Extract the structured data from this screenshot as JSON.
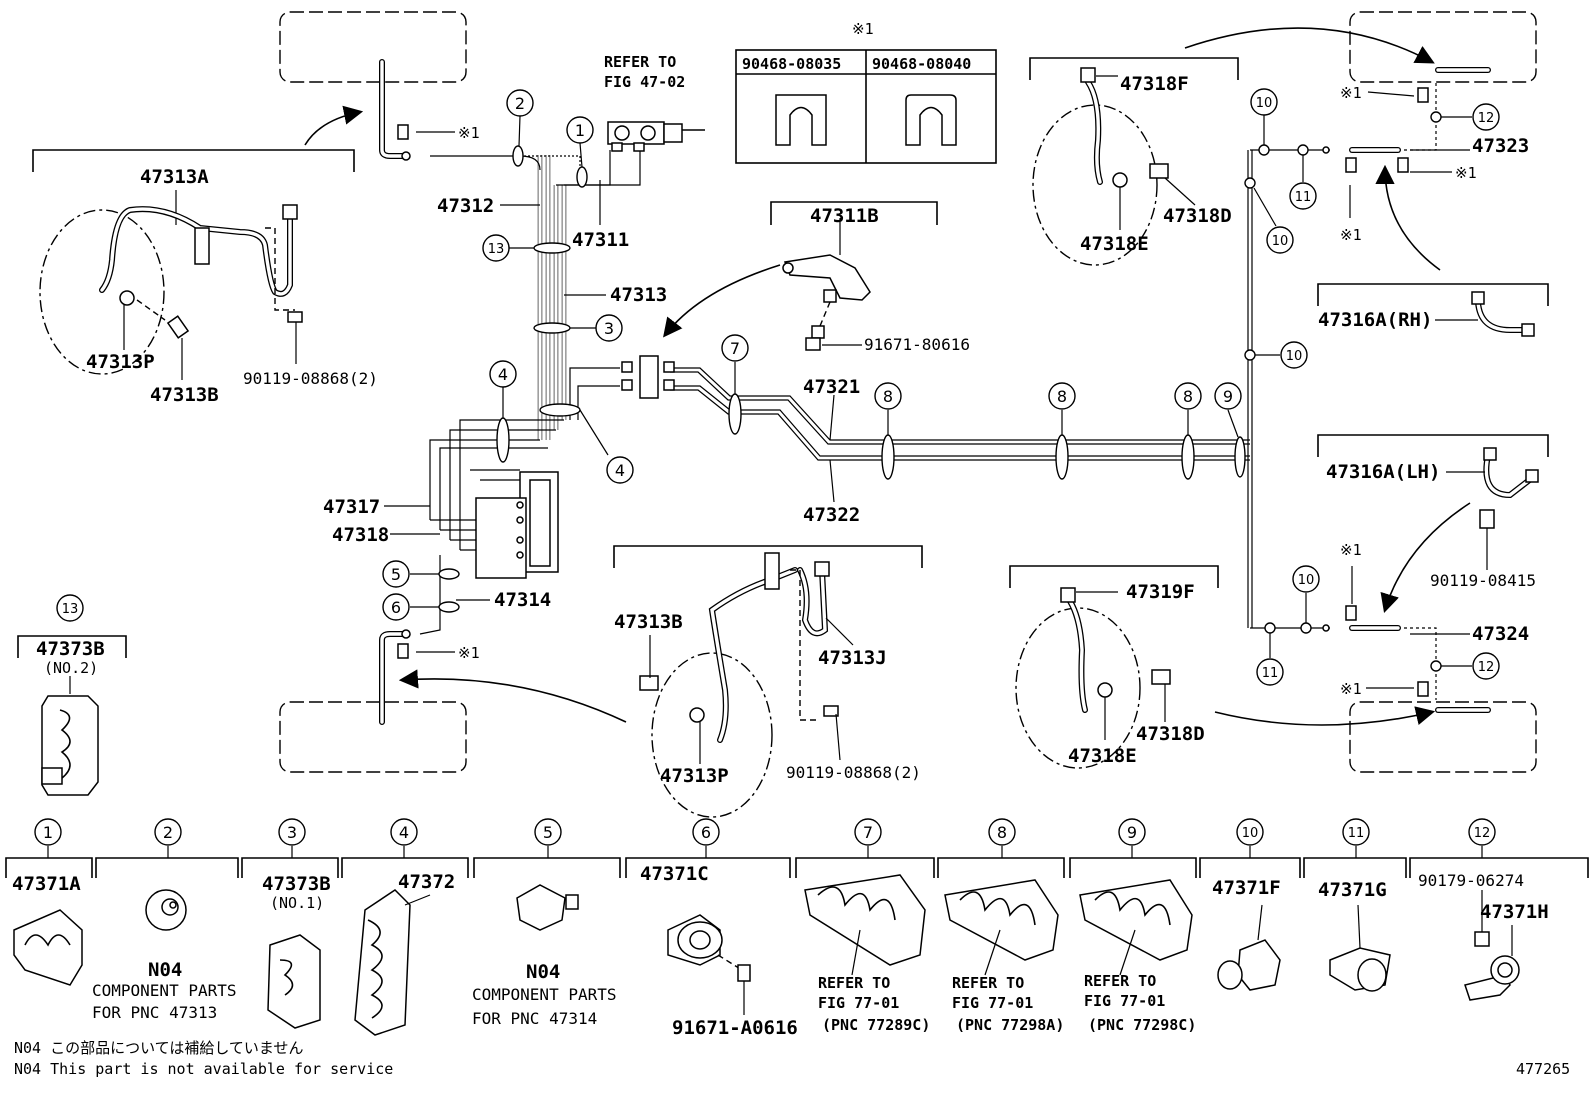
{
  "diagram_id": "477265",
  "labels": {
    "p47313A": "47313A",
    "p47313P_left": "47313P",
    "p47313B_left": "47313B",
    "p90119_08868_left": "90119-08868(2)",
    "p47312": "47312",
    "p47311": "47311",
    "p47313": "47313",
    "p47317": "47317",
    "p47318": "47318",
    "p47314": "47314",
    "p47311B": "47311B",
    "p91671_80616": "91671-80616",
    "p47321": "47321",
    "p47322": "47322",
    "p47313B_mid": "47313B",
    "p47313J": "47313J",
    "p47313P_mid": "47313P",
    "p90119_08868_mid": "90119-08868(2)",
    "p47318F": "47318F",
    "p47318D_top": "47318D",
    "p47318E_top": "47318E",
    "p47323": "47323",
    "p47316A_RH": "47316A(RH)",
    "p47316A_LH": "47316A(LH)",
    "p90119_08415": "90119-08415",
    "p47324": "47324",
    "p47319F": "47319F",
    "p47318D_bot": "47318D",
    "p47318E_bot": "47318E",
    "p47373B_no2": "47373B",
    "no2": "(NO.2)",
    "refer_to": "REFER TO",
    "fig_47_02": "FIG 47-02",
    "note_mark": "※1",
    "table_col1": "90468-08035",
    "table_col2": "90468-08040"
  },
  "callouts": [
    "1",
    "2",
    "3",
    "4",
    "5",
    "6",
    "7",
    "8",
    "9",
    "10",
    "11",
    "12",
    "13"
  ],
  "legend": [
    {
      "num": "1",
      "part": "47371A"
    },
    {
      "num": "2",
      "part": "N04",
      "note1": "COMPONENT PARTS",
      "note2": "FOR PNC 47313"
    },
    {
      "num": "3",
      "part": "47373B",
      "sub": "(NO.1)"
    },
    {
      "num": "4",
      "part": "47372"
    },
    {
      "num": "5",
      "part": "N04",
      "note1": "COMPONENT PARTS",
      "note2": "FOR PNC 47314"
    },
    {
      "num": "6",
      "part": "47371C",
      "bolt": "91671-A0616"
    },
    {
      "num": "7",
      "ref1": "REFER TO",
      "ref2": "FIG 77-01",
      "ref3": "(PNC 77289C)"
    },
    {
      "num": "8",
      "ref1": "REFER TO",
      "ref2": "FIG 77-01",
      "ref3": "(PNC 77298A)"
    },
    {
      "num": "9",
      "ref1": "REFER TO",
      "ref2": "FIG 77-01",
      "ref3": "(PNC 77298C)"
    },
    {
      "num": "10",
      "part": "47371F"
    },
    {
      "num": "11",
      "part": "47371G"
    },
    {
      "num": "12",
      "part": "47371H",
      "extra": "90179-06274"
    }
  ],
  "footer": {
    "jp": "N04 この部品については補給していません",
    "en": "N04 This part is not available for service"
  }
}
